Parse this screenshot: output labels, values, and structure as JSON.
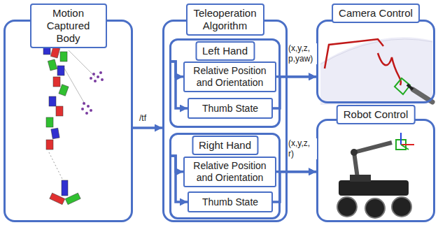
{
  "diagram": {
    "nodes": [
      {
        "text": [
          "Motion Captured Body"
        ]
      },
      {
        "text": [
          "Teleoperation Algorithm"
        ]
      },
      {
        "text": [
          "Left Hand"
        ],
        "in": 1
      },
      {
        "text": [
          "Relative Position and Orientation"
        ],
        "in": 2
      },
      {
        "text": [
          "Thumb State"
        ],
        "in": 2
      },
      {
        "text": [
          "Right Hand"
        ],
        "in": 1
      },
      {
        "text": [
          "Relative Position and Orientation"
        ],
        "in": 5
      },
      {
        "text": [
          "Thumb State"
        ],
        "in": 5
      },
      {
        "text": [
          "Camera Control"
        ]
      },
      {
        "text": [
          "Robot Control"
        ]
      }
    ],
    "edges": [
      {
        "from": 0,
        "to": 1,
        "label": "/tf",
        "arrow": "to"
      },
      {
        "from": 2,
        "to": 3,
        "arrow": "to"
      },
      {
        "from": 2,
        "to": 4,
        "arrow": "to"
      },
      {
        "from": 3,
        "to": 8,
        "label": "(x,y,z, p,yaw)",
        "arrow": "to"
      },
      {
        "from": 4,
        "to": 8,
        "arrow": "to"
      },
      {
        "from": 5,
        "to": 6,
        "arrow": "to"
      },
      {
        "from": 5,
        "to": 7,
        "arrow": "to"
      },
      {
        "from": 6,
        "to": 9,
        "label": "(x,y,z, r)",
        "arrow": "to"
      },
      {
        "from": 7,
        "to": 9,
        "arrow": "to"
      }
    ]
  }
}
